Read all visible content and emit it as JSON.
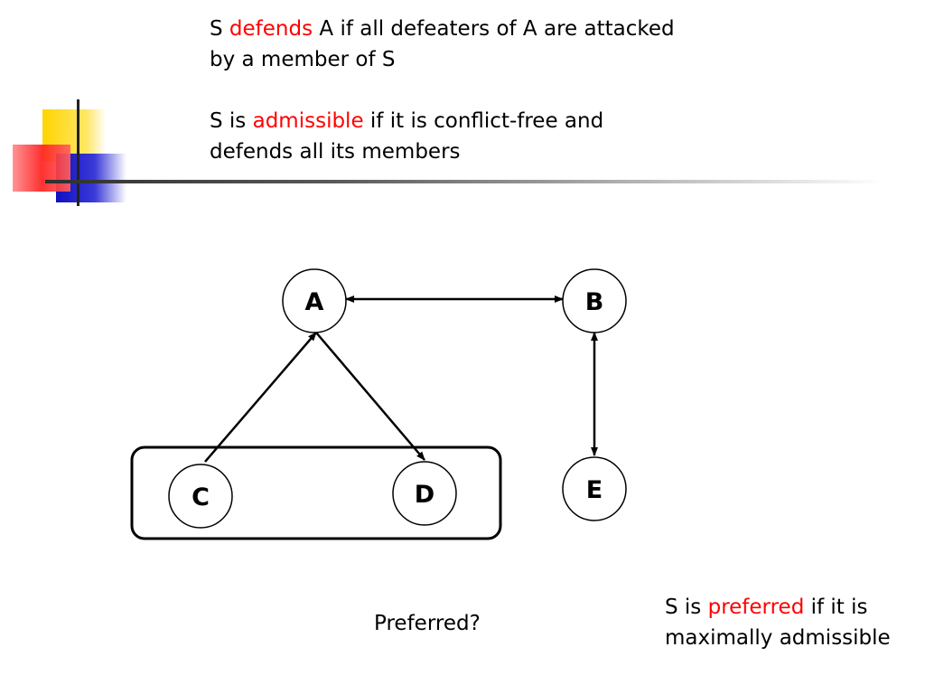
{
  "definitions": {
    "defends": {
      "pre": "S ",
      "term": "defends",
      "line1_post": " A if all defeaters of A are attacked",
      "line2": "by a member of S"
    },
    "admissible": {
      "pre": "S is ",
      "term": "admissible",
      "line1_post": " if it is conflict-free and",
      "line2": "defends all its members"
    },
    "preferred": {
      "pre": "S is ",
      "term": "preferred",
      "line1_post": " if it is",
      "line2": "maximally admissible"
    }
  },
  "question": "Preferred?",
  "graph": {
    "nodes": [
      {
        "id": "A",
        "label": "A"
      },
      {
        "id": "B",
        "label": "B"
      },
      {
        "id": "C",
        "label": "C"
      },
      {
        "id": "D",
        "label": "D"
      },
      {
        "id": "E",
        "label": "E"
      }
    ],
    "edges": [
      {
        "from": "A",
        "to": "B",
        "direction": "both"
      },
      {
        "from": "B",
        "to": "E",
        "direction": "both"
      },
      {
        "from": "C",
        "to": "A",
        "direction": "forward"
      },
      {
        "from": "A",
        "to": "D",
        "direction": "forward"
      }
    ],
    "selected_set": [
      "C",
      "D"
    ]
  },
  "colors": {
    "highlight": "#ff0000",
    "deco_yellow": "#ffd400",
    "deco_red": "#ff2020",
    "deco_blue": "#2020cc",
    "rule_gray": "#404040"
  }
}
